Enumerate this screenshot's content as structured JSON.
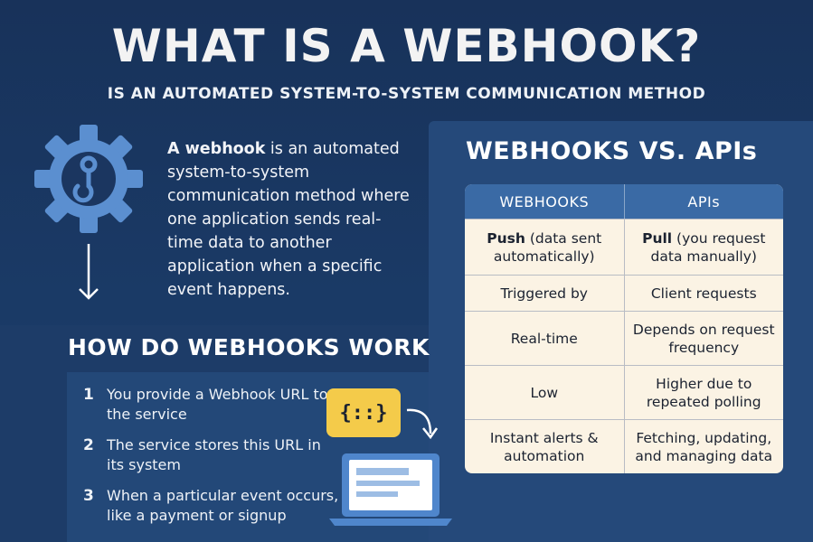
{
  "header": {
    "title": "WHAT IS A WEBHOOK?",
    "subtitle": "IS AN AUTOMATED SYSTEM-TO-SYSTEM COMMUNICATION METHOD"
  },
  "definition": {
    "term": "A webhook",
    "text": " is an automated system-to-system communication method where one application sends real-time data to another application when a specific event happens."
  },
  "icons": {
    "gear": "gear-hook-icon",
    "arrow": "arrow-down-icon",
    "code": "code-braces-icon",
    "curve_arrow": "curved-arrow-icon",
    "laptop": "laptop-icon"
  },
  "how": {
    "title": "HOW DO WEBHOOKS WORK",
    "steps": [
      {
        "num": "1",
        "text": "You provide a Webhook URL to the service"
      },
      {
        "num": "2",
        "text": "The service stores this URL in its system"
      },
      {
        "num": "3",
        "text": "When a particular event occurs, like a payment or signup"
      }
    ],
    "code_badge": "{::}"
  },
  "comparison": {
    "title": "WEBHOOKS VS. APIs",
    "headers": [
      "WEBHOOKS",
      "APIs"
    ],
    "rows": [
      {
        "left_bold": "Push",
        "left": " (data sent automatically)",
        "right_bold": "Pull",
        "right": " (you request data manually)"
      },
      {
        "left_bold": "",
        "left": "Triggered by",
        "right_bold": "",
        "right": "Client requests"
      },
      {
        "left_bold": "",
        "left": "Real-time",
        "right_bold": "",
        "right": "Depends on request frequency"
      },
      {
        "left_bold": "",
        "left": "Low",
        "right_bold": "",
        "right": "Higher due to repeated polling"
      },
      {
        "left_bold": "",
        "left": "Instant alerts & automation",
        "right_bold": "",
        "right": "Fetching, updating, and managing data"
      }
    ]
  },
  "colors": {
    "background": "#18325a",
    "panel": "#25497a",
    "table_header": "#3a6aa5",
    "table_body": "#fbf3e4",
    "icon_blue": "#5b8fd0",
    "badge_yellow": "#f4cb4a"
  }
}
